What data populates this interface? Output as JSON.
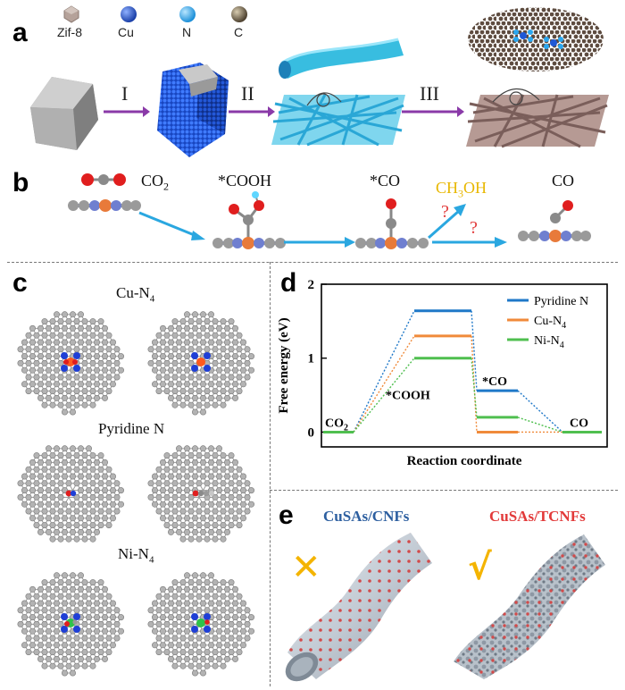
{
  "panel_a": {
    "letter": "a",
    "legend": [
      {
        "label": "Zif-8",
        "color": "#b5a29a"
      },
      {
        "label": "Cu",
        "color": "#1f58d6"
      },
      {
        "label": "N",
        "color": "#2aa7f0"
      },
      {
        "label": "C",
        "color": "#6f6048"
      }
    ],
    "steps": [
      "I",
      "II",
      "III"
    ]
  },
  "panel_b": {
    "letter": "b",
    "species": {
      "co2": "CO",
      "co2_sub": "2",
      "cooh": "*COOH",
      "co_ads": "*CO",
      "ch3oh": "CH",
      "ch3oh_sub": "3",
      "ch3oh_tail": "OH",
      "co": "CO",
      "question": "?"
    },
    "colors": {
      "ch3oh": "#e8b700",
      "question": "#e23a3a",
      "arrow": "#2aa7e0"
    }
  },
  "panel_c": {
    "letter": "c",
    "labels": {
      "cu": "Cu-N",
      "cu_sub": "4",
      "pyridine": "Pyridine N",
      "ni": "Ni-N",
      "ni_sub": "4"
    }
  },
  "panel_d": {
    "letter": "d",
    "chart_data": {
      "type": "line",
      "ylabel": "Free energy (eV)",
      "xlabel": "Reaction coordinate",
      "ylim": [
        -0.2,
        2.0
      ],
      "yticks": [
        "0",
        "1",
        "2"
      ],
      "ytick_values": [
        0,
        1,
        2
      ],
      "states": [
        "CO2",
        "*COOH",
        "*CO",
        "CO"
      ],
      "annotations": {
        "co2": "CO",
        "co2_sub": "2",
        "cooh": "*COOH",
        "co_ads": "*CO",
        "co": "CO"
      },
      "series": [
        {
          "name": "Pyridine N",
          "color": "#1f78c8",
          "values": [
            0,
            1.64,
            0.56,
            0
          ]
        },
        {
          "name": "Cu-N4",
          "color": "#f08a3a",
          "values": [
            0,
            1.3,
            0,
            0
          ]
        },
        {
          "name": "Ni-N4",
          "color": "#4fbf4f",
          "values": [
            0,
            1.0,
            0.2,
            0
          ]
        }
      ],
      "legend": [
        {
          "text": "Pyridine N",
          "sub": ""
        },
        {
          "text": "Cu-N",
          "sub": "4"
        },
        {
          "text": "Ni-N",
          "sub": "4"
        }
      ],
      "legend_position": "top-right"
    }
  },
  "panel_e": {
    "letter": "e",
    "left_title": "CuSAs/CNFs",
    "right_title": "CuSAs/TCNFs",
    "left_mark": "✕",
    "right_mark": "√",
    "colors": {
      "left_title": "#2d5fa0",
      "right_title": "#e23a3a",
      "mark": "#f4b400"
    }
  }
}
